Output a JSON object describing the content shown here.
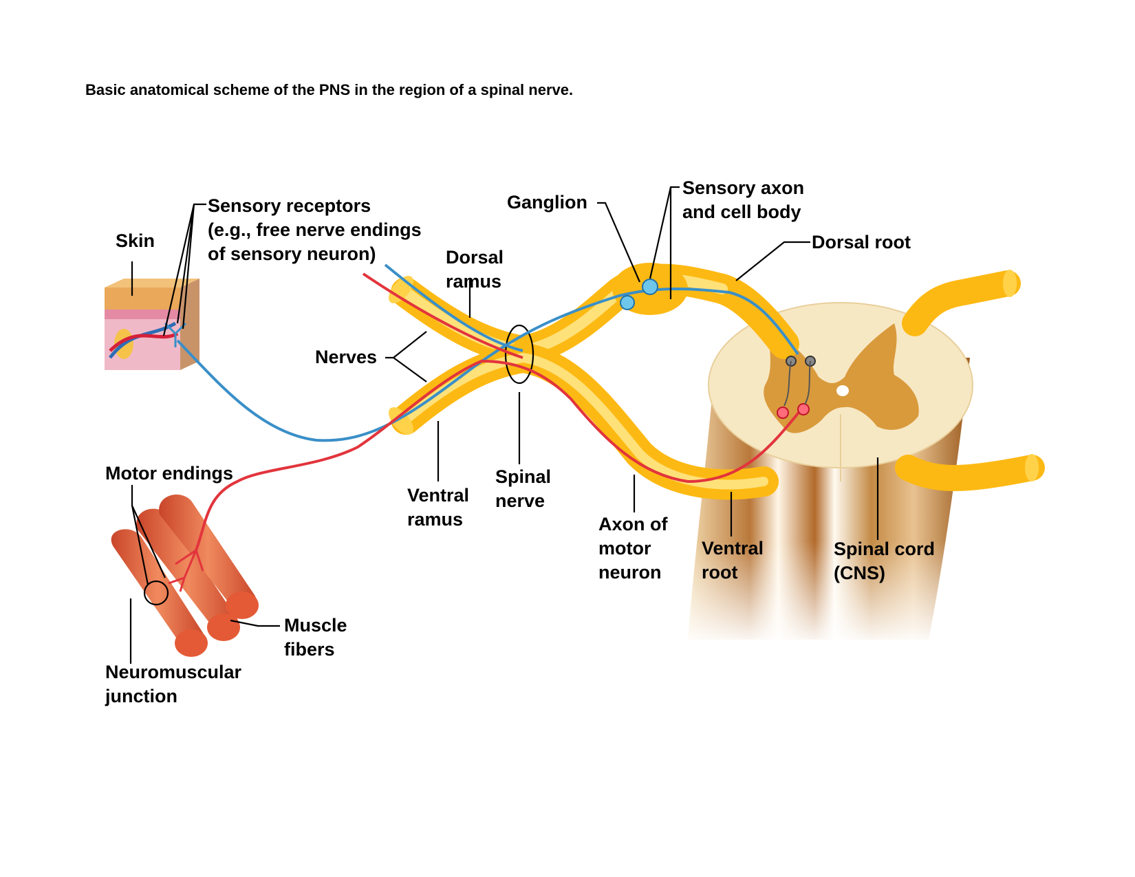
{
  "title": "Basic anatomical scheme of the PNS in the region of a spinal nerve.",
  "labels": {
    "skin": "Skin",
    "sensory_receptors": [
      "Sensory receptors",
      "(e.g., free nerve endings",
      "of sensory neuron)"
    ],
    "dorsal_ramus": [
      "Dorsal",
      "ramus"
    ],
    "ganglion": "Ganglion",
    "sensory_axon": [
      "Sensory axon",
      "and cell body"
    ],
    "dorsal_root": "Dorsal root",
    "nerves": "Nerves",
    "motor_endings": "Motor endings",
    "ventral_ramus": [
      "Ventral",
      "ramus"
    ],
    "spinal_nerve": [
      "Spinal",
      "nerve"
    ],
    "axon_motor": [
      "Axon of",
      "motor",
      "neuron"
    ],
    "ventral_root": [
      "Ventral",
      "root"
    ],
    "spinal_cord": [
      "Spinal cord",
      "(CNS)"
    ],
    "muscle_fibers": [
      "Muscle",
      "fibers"
    ],
    "nmj": [
      "Neuromuscular",
      "junction"
    ]
  },
  "colors": {
    "nerve": "#fdb913",
    "nerve_light": "#ffe17a",
    "sensory_axon": "#3a8fc8",
    "motor_axon": "#e2343c",
    "cord_white": "#f7e8c4",
    "cord_gray": "#d99a3c",
    "cord_body": "#c98a3a",
    "muscle": "#e2643c"
  }
}
